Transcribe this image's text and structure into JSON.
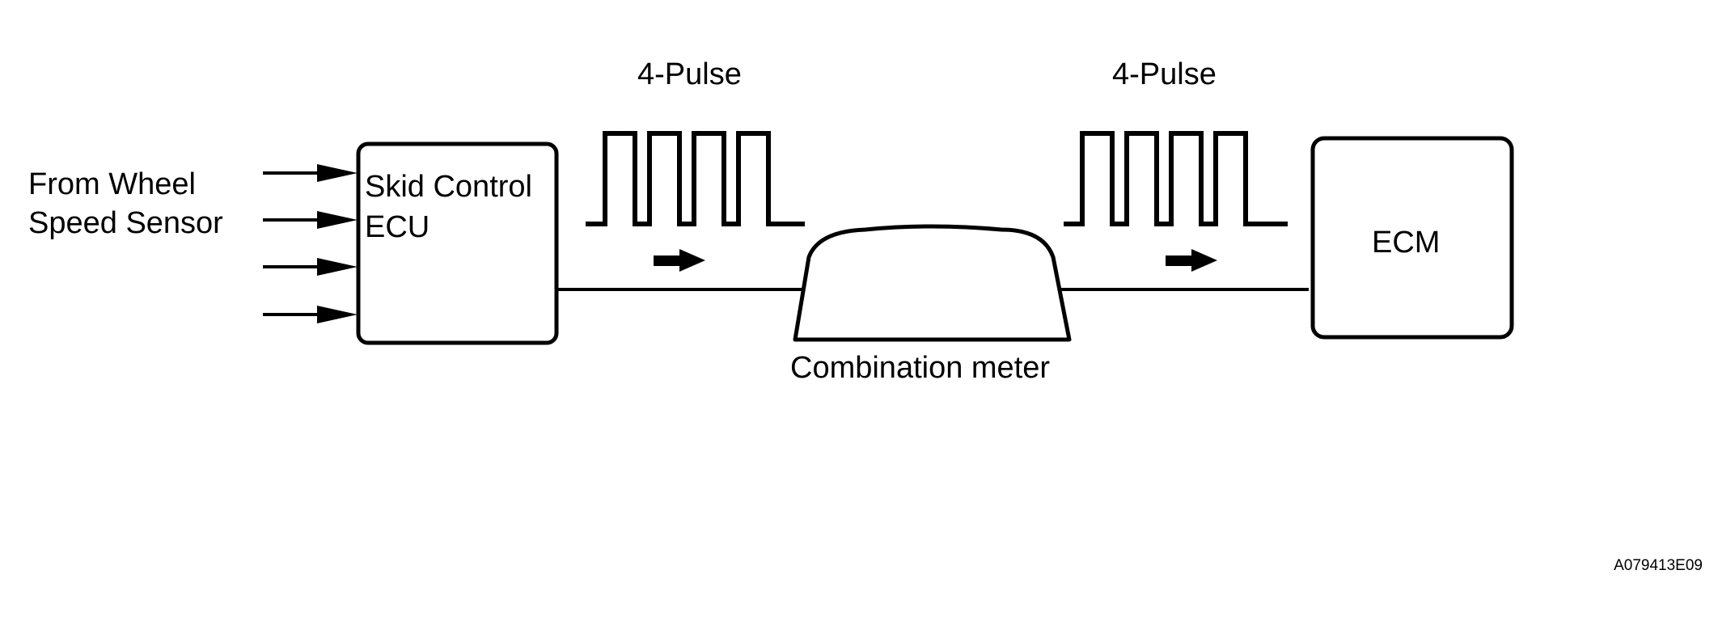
{
  "source": {
    "label_line1": "From Wheel",
    "label_line2": "Speed Sensor"
  },
  "skid_ecu": {
    "label_line1": "Skid Control",
    "label_line2": "ECU"
  },
  "pulse_left": {
    "label": "4-Pulse"
  },
  "pulse_right": {
    "label": "4-Pulse"
  },
  "meter": {
    "label": "Combination meter"
  },
  "ecm": {
    "label": "ECM"
  },
  "figure_code": "A079413E09"
}
